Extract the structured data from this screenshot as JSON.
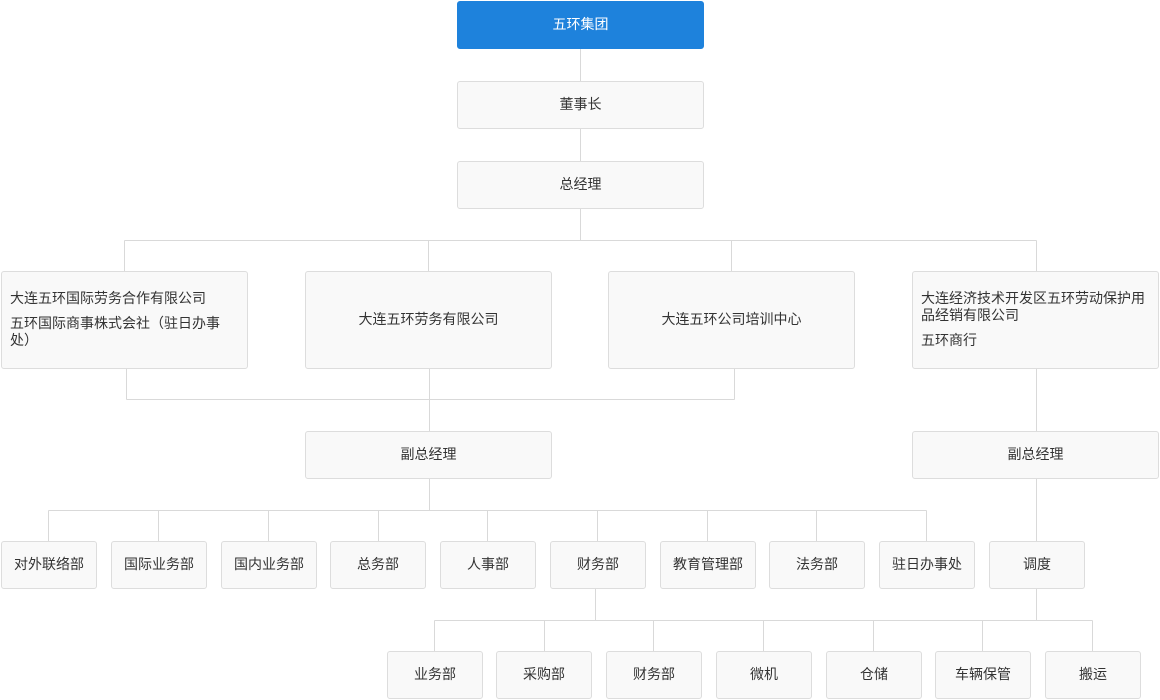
{
  "org_chart": {
    "root": "五环集团",
    "chairman": "董事长",
    "general_manager": "总经理",
    "companies": {
      "c1": [
        "大连五环国际劳务合作有限公司",
        "五环国际商事株式会社（驻日办事处）"
      ],
      "c2": "大连五环劳务有限公司",
      "c3": "大连五环公司培训中心",
      "c4": [
        "大连经济技术开发区五环劳动保护用品经销有限公司",
        "五环商行"
      ]
    },
    "vice_gm_left": "副总经理",
    "vice_gm_right": "副总经理",
    "departments": [
      "对外联络部",
      "国际业务部",
      "国内业务部",
      "总务部",
      "人事部",
      "财务部",
      "教育管理部",
      "法务部",
      "驻日办事处"
    ],
    "dispatch": "调度",
    "sub_units": [
      "业务部",
      "采购部",
      "财务部",
      "微机",
      "仓储",
      "车辆保管",
      "搬运"
    ],
    "colors": {
      "root_fill": "#1e82dc",
      "node_fill": "#f9f9f9",
      "node_border": "#dddddd",
      "connector": "#d9d9d9"
    }
  }
}
